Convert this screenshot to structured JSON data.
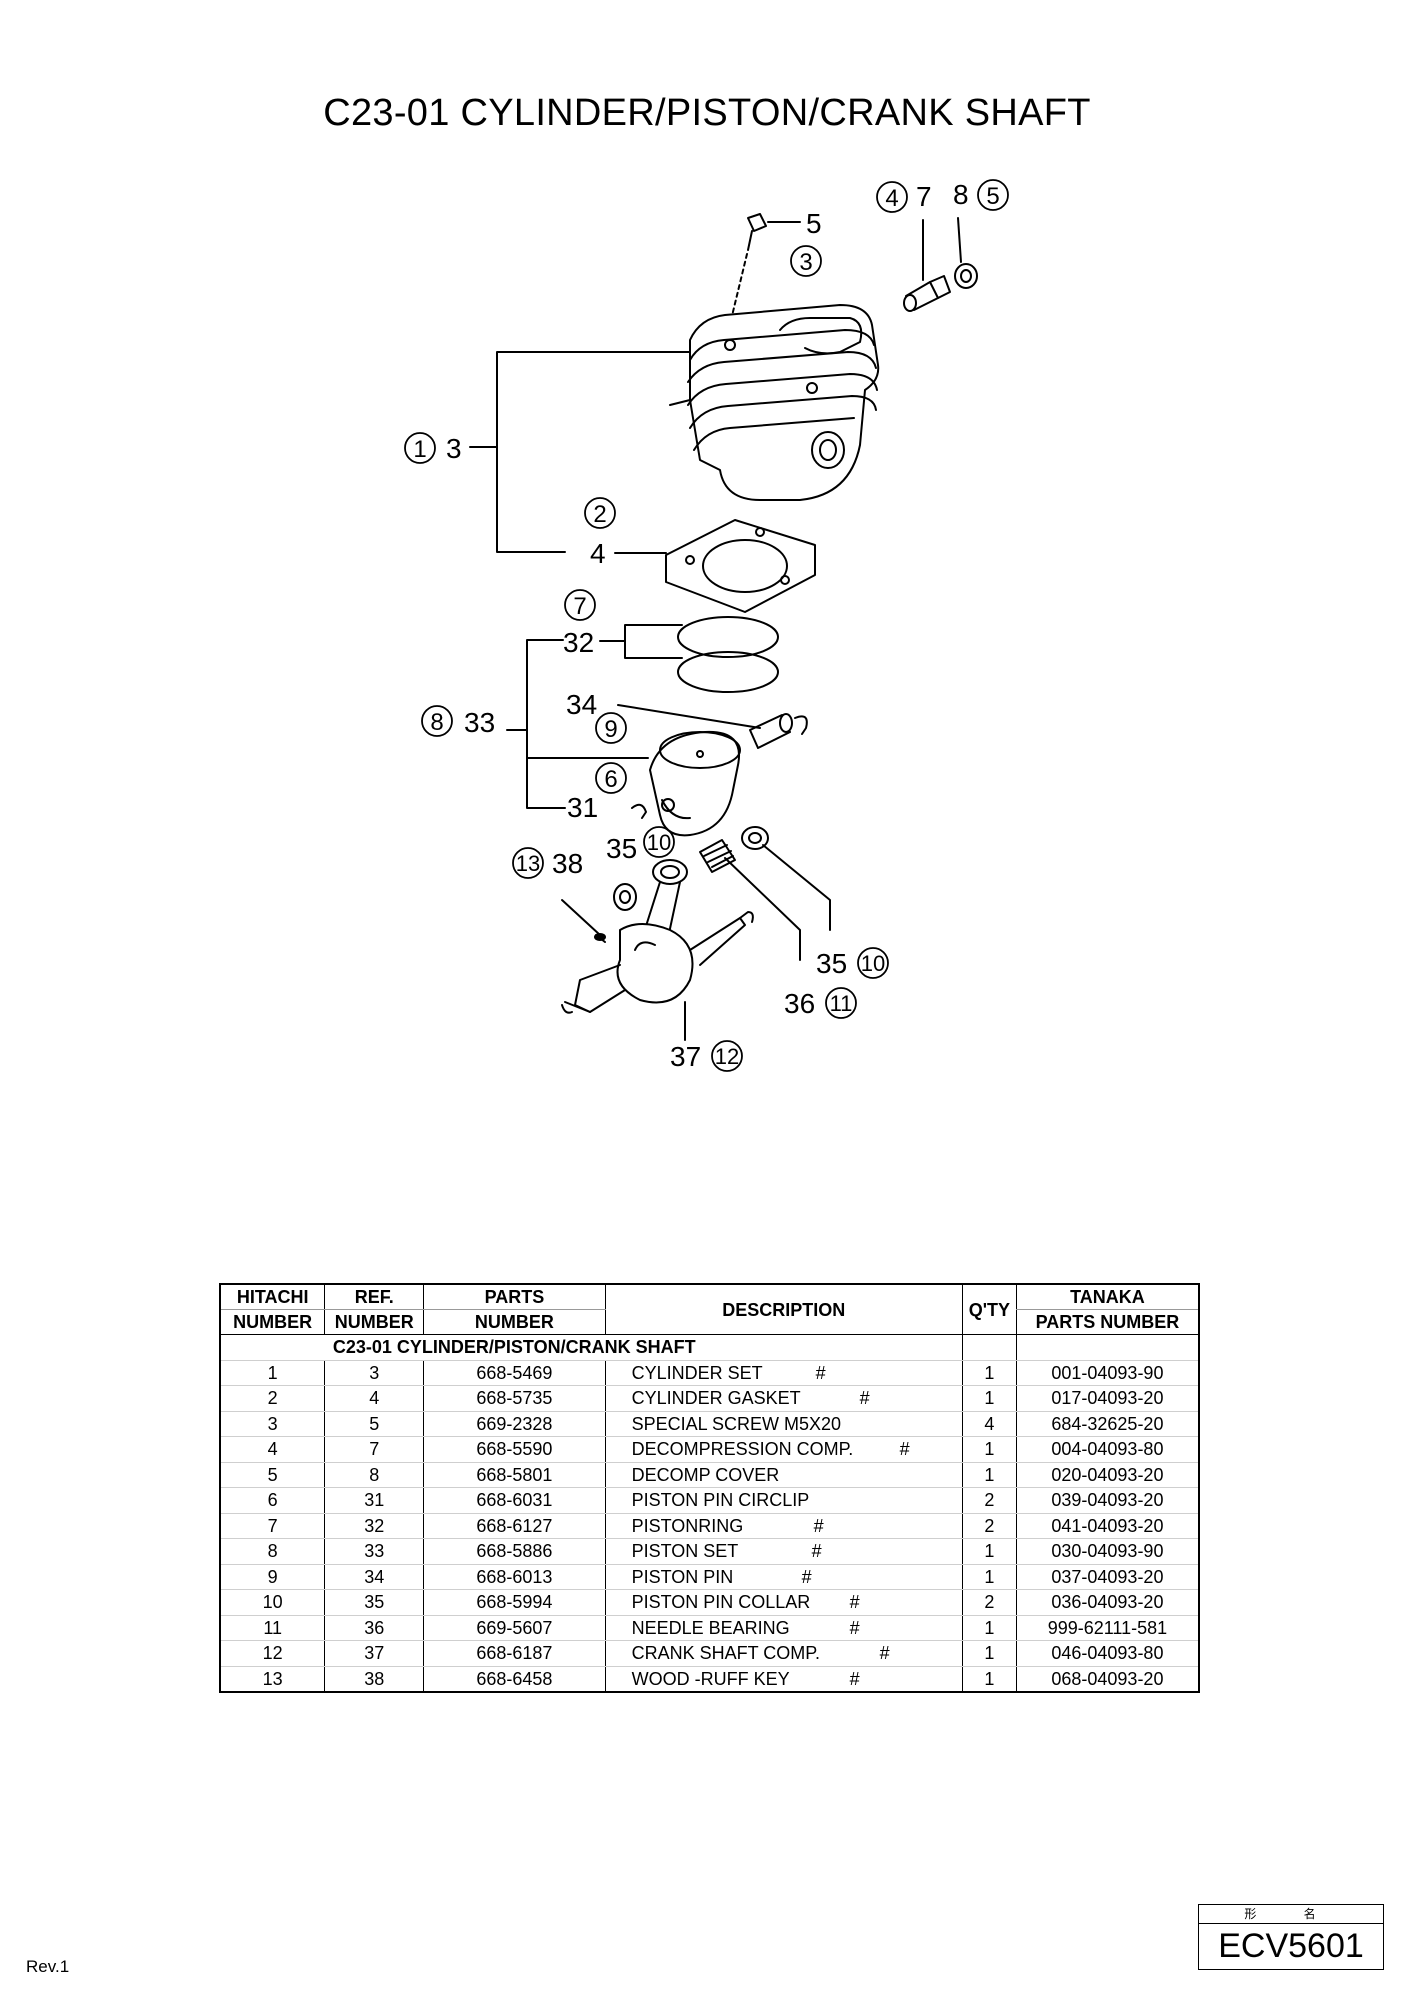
{
  "page": {
    "title": "C23-01 CYLINDER/PISTON/CRANK SHAFT",
    "revision": "Rev.1",
    "model_label": "形 名",
    "model_number": "ECV5601"
  },
  "diagram": {
    "callouts": {
      "c5": "5",
      "c3c": "3",
      "c47": "7",
      "c4": "4",
      "c85": "8",
      "c5c": "5",
      "c13": "3",
      "c1c": "1",
      "c2c": "2",
      "c24": "4",
      "c7c": "7",
      "c32": "32",
      "c833": "33",
      "c8c": "8",
      "c34": "34",
      "c9c": "9",
      "c6c": "6",
      "c31": "31",
      "c35a": "35",
      "c10a": "10",
      "c1338": "38",
      "c13c": "13",
      "c3510": "35",
      "c10b": "10",
      "c3611": "36",
      "c11c": "11",
      "c3712": "37",
      "c12c": "12"
    }
  },
  "table": {
    "headers": {
      "hitachi_1": "HITACHI",
      "hitachi_2": "NUMBER",
      "ref_1": "REF.",
      "ref_2": "NUMBER",
      "parts_1": "PARTS",
      "parts_2": "NUMBER",
      "description": "DESCRIPTION",
      "qty": "Q'TY",
      "tanaka_1": "TANAKA",
      "tanaka_2": "PARTS NUMBER"
    },
    "section_title": "C23-01  CYLINDER/PISTON/CRANK SHAFT",
    "rows": [
      {
        "hitachi": "1",
        "ref": "3",
        "parts": "668-5469",
        "desc": "CYLINDER SET",
        "hash": "#",
        "qty": "1",
        "tanaka": "001-04093-90"
      },
      {
        "hitachi": "2",
        "ref": "4",
        "parts": "668-5735",
        "desc": "CYLINDER GASKET",
        "hash": "#",
        "qty": "1",
        "tanaka": "017-04093-20"
      },
      {
        "hitachi": "3",
        "ref": "5",
        "parts": "669-2328",
        "desc": "SPECIAL SCREW M5X20",
        "hash": "",
        "qty": "4",
        "tanaka": "684-32625-20"
      },
      {
        "hitachi": "4",
        "ref": "7",
        "parts": "668-5590",
        "desc": "DECOMPRESSION COMP.",
        "hash": "#",
        "qty": "1",
        "tanaka": "004-04093-80"
      },
      {
        "hitachi": "5",
        "ref": "8",
        "parts": "668-5801",
        "desc": "DECOMP COVER",
        "hash": "",
        "qty": "1",
        "tanaka": "020-04093-20"
      },
      {
        "hitachi": "6",
        "ref": "31",
        "parts": "668-6031",
        "desc": "PISTON PIN CIRCLIP",
        "hash": "",
        "qty": "2",
        "tanaka": "039-04093-20"
      },
      {
        "hitachi": "7",
        "ref": "32",
        "parts": "668-6127",
        "desc": "PISTONRING",
        "hash": "#",
        "qty": "2",
        "tanaka": "041-04093-20"
      },
      {
        "hitachi": "8",
        "ref": "33",
        "parts": "668-5886",
        "desc": "PISTON SET",
        "hash": "#",
        "qty": "1",
        "tanaka": "030-04093-90"
      },
      {
        "hitachi": "9",
        "ref": "34",
        "parts": "668-6013",
        "desc": "PISTON PIN",
        "hash": "#",
        "qty": "1",
        "tanaka": "037-04093-20"
      },
      {
        "hitachi": "10",
        "ref": "35",
        "parts": "668-5994",
        "desc": "PISTON PIN COLLAR",
        "hash": "#",
        "qty": "2",
        "tanaka": "036-04093-20"
      },
      {
        "hitachi": "11",
        "ref": "36",
        "parts": "669-5607",
        "desc": "NEEDLE BEARING",
        "hash": "#",
        "qty": "1",
        "tanaka": "999-62111-581"
      },
      {
        "hitachi": "12",
        "ref": "37",
        "parts": "668-6187",
        "desc": "CRANK SHAFT COMP.",
        "hash": "#",
        "qty": "1",
        "tanaka": "046-04093-80"
      },
      {
        "hitachi": "13",
        "ref": "38",
        "parts": "668-6458",
        "desc": "WOOD -RUFF KEY",
        "hash": "#",
        "qty": "1",
        "tanaka": "068-04093-20"
      }
    ]
  }
}
